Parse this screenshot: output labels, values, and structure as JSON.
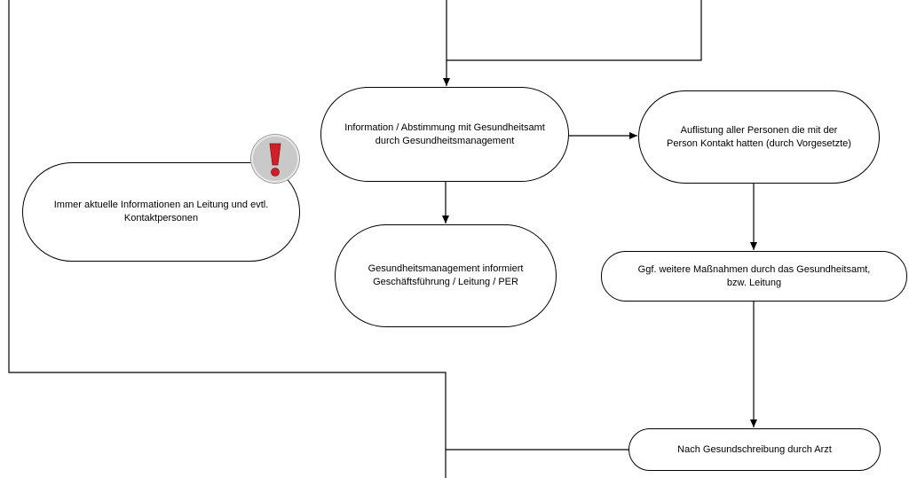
{
  "nodes": {
    "info": "Information / Abstimmung mit Gesundheitsamt\ndurch Gesundheitsmanagement",
    "list": "Auflistung aller Personen die mit der\nPerson Kontakt hatten (durch Vorgesetzte)",
    "immer": "Immer aktuelle Informationen an Leitung und evtl.\nKontaktpersonen",
    "gm": "Gesundheitsmanagement informiert\nGeschäftsführung / Leitung / PER",
    "ggf": "Ggf. weitere Maßnahmen durch das Gesundheitsamt,\nbzw. Leitung",
    "arzt": "Nach Gesundschreibung durch Arzt"
  },
  "icons": {
    "alert": "exclamation-warning-icon"
  },
  "colors": {
    "alert": "#d0202a",
    "line": "#000000"
  }
}
